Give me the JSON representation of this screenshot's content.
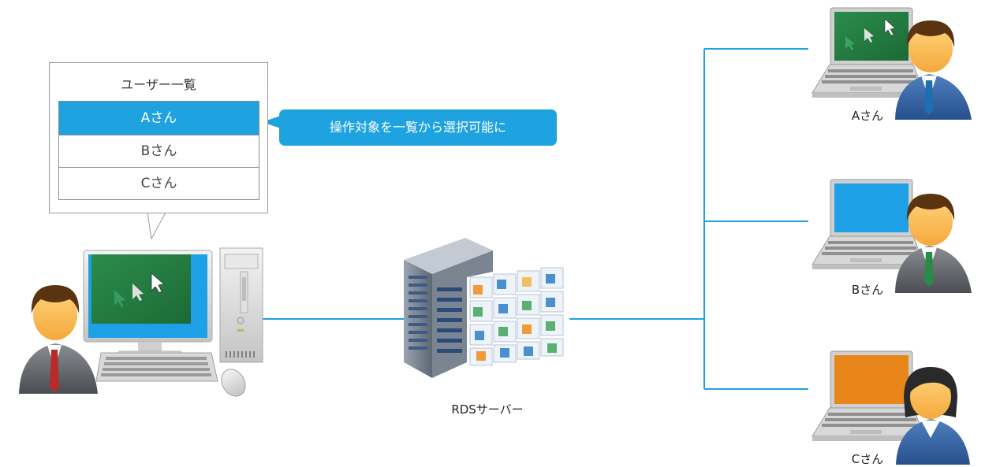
{
  "user_list_popup": {
    "title": "ユーザー一覧",
    "users": [
      {
        "label": "Aさん",
        "selected": true
      },
      {
        "label": "Bさん",
        "selected": false
      },
      {
        "label": "Cさん",
        "selected": false
      }
    ]
  },
  "callout": {
    "text": "操作対象を一覧から選択可能に"
  },
  "server": {
    "label": "RDSサーバー"
  },
  "clients": [
    {
      "label": "Aさん",
      "screen_color": "#1f7f3f",
      "role": "man"
    },
    {
      "label": "Bさん",
      "screen_color": "#1ea0e6",
      "role": "man"
    },
    {
      "label": "Cさん",
      "screen_color": "#e8861a",
      "role": "woman"
    }
  ],
  "colors": {
    "accent": "#1ea2e0",
    "line": "#1ea2e0"
  }
}
